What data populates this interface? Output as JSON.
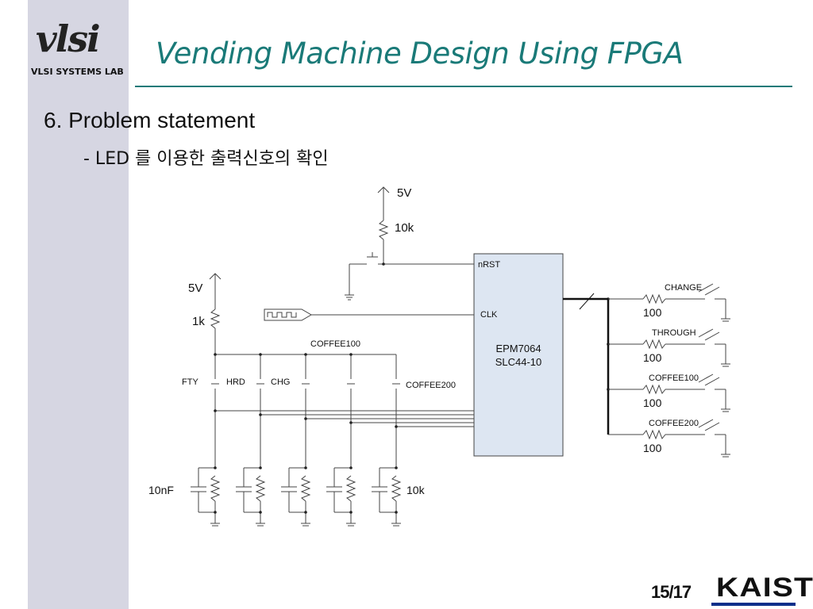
{
  "slide": {
    "logo_text": "vlsi",
    "logo_subtitle": "VLSI SYSTEMS LAB",
    "title": "Vending Machine Design Using FPGA",
    "heading": "6. Problem statement",
    "subheading": "- LED 를 이용한 출력신호의 확인",
    "page_number": "15/17",
    "footer_logo": "KAIST"
  },
  "schematic": {
    "vcc_top": "5V",
    "pullup_top": "10k",
    "vcc_left": "5V",
    "pullup_left": "1k",
    "chip_name": "EPM7064",
    "chip_package": "SLC44-10",
    "pin_nrst": "nRST",
    "pin_clk": "CLK",
    "switches": [
      "FTY",
      "HRD",
      "CHG",
      "COFFEE100",
      "COFFEE200"
    ],
    "cap_label": "10nF",
    "pulldown_label": "10k",
    "leds": [
      {
        "label": "CHANGE",
        "resistor": "100"
      },
      {
        "label": "THROUGH",
        "resistor": "100"
      },
      {
        "label": "COFFEE100",
        "resistor": "100"
      },
      {
        "label": "COFFEE200",
        "resistor": "100"
      }
    ]
  },
  "colors": {
    "title": "#1a7a78",
    "sidebar": "#d6d6e2",
    "chip_fill": "#dde6f2",
    "kaist_underline": "#0a2f8a"
  }
}
